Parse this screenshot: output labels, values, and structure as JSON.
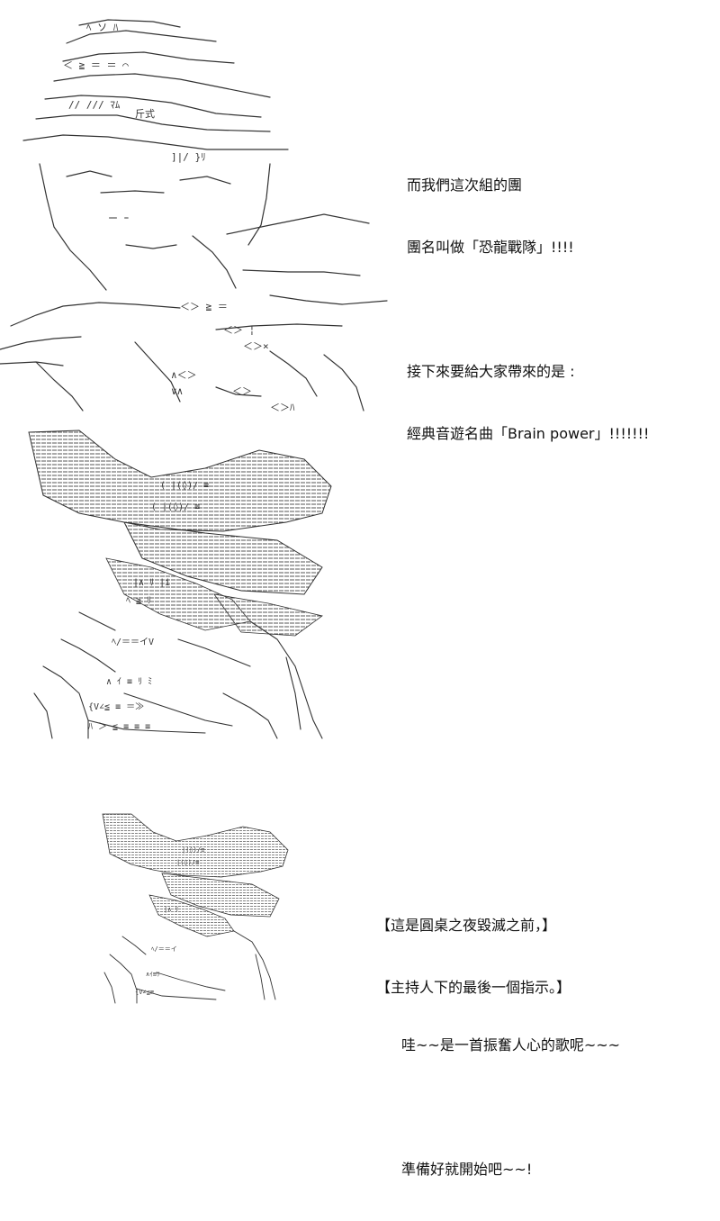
{
  "panel_1": {
    "art_icon": "ascii-art-character-with-headset-icon",
    "caption": {
      "line_1": "而我們這次組的團",
      "line_2": "團名叫做「恐龍戰隊」!!!!",
      "line_3": "接下來要給大家帶來的是 :",
      "line_4": "經典音遊名曲「Brain power」!!!!!!!"
    }
  },
  "panel_2": {
    "art_icon": "ascii-art-witch-hat-girl-icon",
    "caption": {
      "line_1": "哇~~是一首振奮人心的歌呢~~~",
      "line_2": "準備好就開始吧~~!"
    }
  },
  "panel_3": {
    "art_icon": "ascii-art-witch-hat-girl-small-icon",
    "caption": {
      "line_1": "【這是圓桌之夜毀滅之前，】",
      "line_2": "【主持人下的最後一個指示。】"
    }
  },
  "colors": {
    "background": "#ffffff",
    "ink": "#111111",
    "art_ink": "#333333"
  }
}
